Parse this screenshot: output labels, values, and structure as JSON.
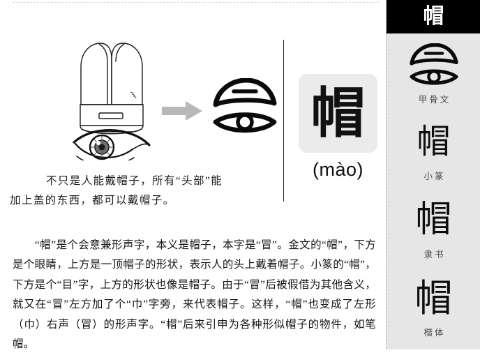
{
  "character": {
    "glyph": "帽",
    "pinyin": "(mào)"
  },
  "illustration": {
    "arrow_icon": "right-arrow-icon",
    "hat_eye_icon": "hat-over-eye-drawing",
    "oracle_bone_icon": "oracle-bone-glyph"
  },
  "caption": {
    "line1": "不只是人能戴帽子，所有“头部”能",
    "line2": "加上盖的东西，都可以戴帽子。"
  },
  "body": {
    "paragraph": "“帽”是个会意兼形声字，本义是帽子，本字是“冒”。金文的“帽”，下方是个眼睛，上方是一顶帽子的形状，表示人的头上戴着帽子。小篆的“帽”，下方是个“目”字，上方的形状也像是帽子。由于“冒”后被假借为其他含义，就又在“冒”左方加了个“巾”字旁，来代表帽子。这样，“帽”也变成了左形（巾）右声（冒）的形声字。“帽”后来引申为各种形似帽子的物件，如笔帽。"
  },
  "sidebar": {
    "header_glyph": "帽",
    "background_color": "#e6e6e6",
    "header_color": "#000000",
    "entries": [
      {
        "label": "甲骨文",
        "glyph": "帽",
        "art": "oracle-bone-glyph"
      },
      {
        "label": "小篆",
        "glyph": "帽",
        "art": "seal-script-glyph"
      },
      {
        "label": "隶书",
        "glyph": "帽",
        "art": "clerical-script-glyph"
      },
      {
        "label": "楷体",
        "glyph": "帽",
        "art": "regular-script-glyph"
      }
    ]
  },
  "colors": {
    "arrow": "#b8b8b8",
    "card_background": "#ebebeb",
    "divider": "#2a2a2a",
    "text": "#141414"
  }
}
